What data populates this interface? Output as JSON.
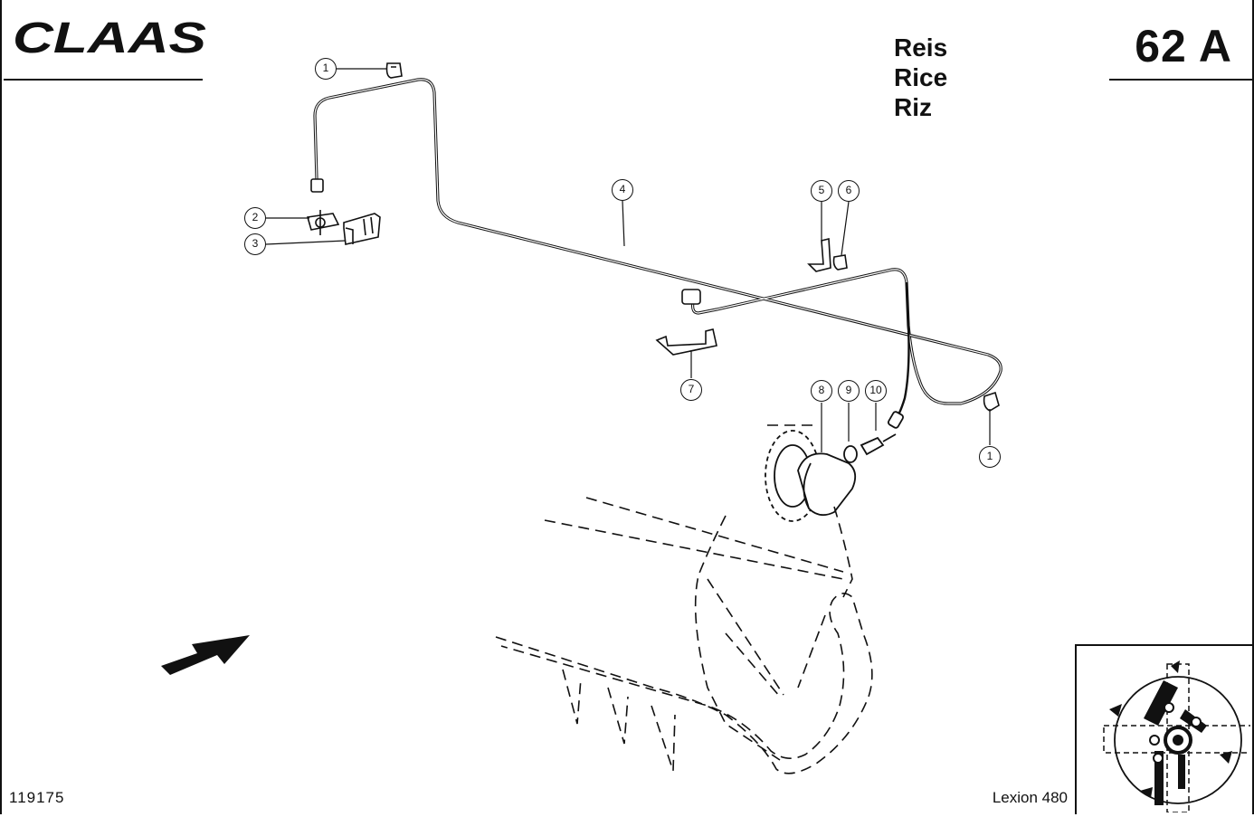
{
  "header": {
    "brand": "CLAAS",
    "page_number": "62 A"
  },
  "titles": [
    "Reis",
    "Rice",
    "Riz"
  ],
  "footer": {
    "drawing_number": "119175",
    "model": "Lexion 480"
  },
  "callouts": [
    "1",
    "2",
    "3",
    "4",
    "5",
    "6",
    "1",
    "7",
    "8",
    "9",
    "10"
  ],
  "colors": {
    "line": "#111111",
    "background": "#ffffff"
  },
  "icons": [
    "direction-arrow-icon",
    "rotation-view-icon"
  ]
}
